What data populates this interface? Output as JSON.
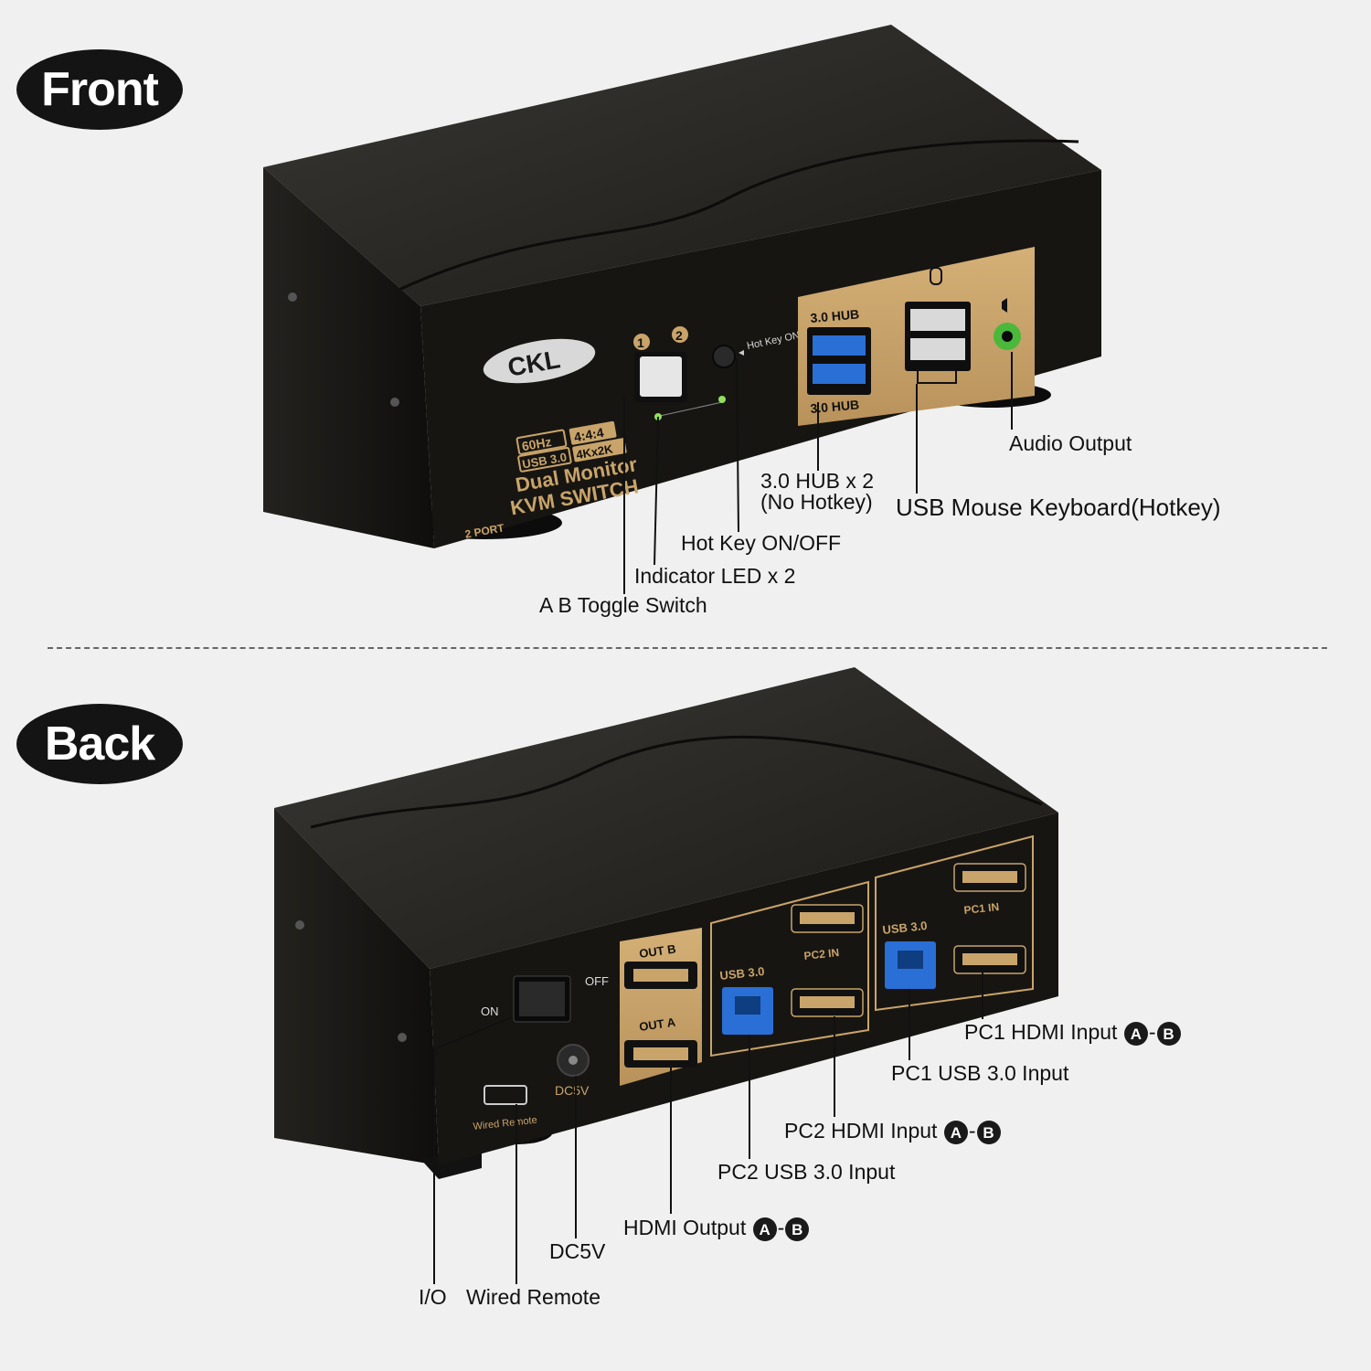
{
  "headings": {
    "front": "Front",
    "back": "Back"
  },
  "front": {
    "brand": "CKL",
    "port_badges": [
      "1",
      "2"
    ],
    "hotkey_panel_label": "Hot Key ON/OFF",
    "model_lines": [
      "60Hz",
      "4:4:4",
      "USB 3.0",
      "4Kx2K",
      "Dual Monitor",
      "KVM SWITCH"
    ],
    "port_count_text": "2 PORT",
    "hub_top_label": "3.0 HUB",
    "hub_bottom_label": "3.0 HUB",
    "callouts": {
      "audio_output": "Audio Output",
      "usb_mouse_keyboard": "USB Mouse Keyboard(Hotkey)",
      "hub_line1": "3.0 HUB x 2",
      "hub_line2": "(No Hotkey)",
      "hotkey_onoff": "Hot Key ON/OFF",
      "indicator_led": "Indicator LED x 2",
      "toggle_switch": "A B Toggle Switch"
    }
  },
  "back": {
    "switch_on": "ON",
    "switch_off": "OFF",
    "dc_label": "DC5V",
    "wired_remote_label": "Wired Remote",
    "out_b_label": "OUT B",
    "out_a_label": "OUT A",
    "pc2_usb_label": "USB 3.0",
    "pc1_usb_label": "USB 3.0",
    "pc2_in_label": "PC2 IN",
    "pc1_in_label": "PC1 IN",
    "callouts": {
      "pc1_hdmi_text": "PC1 HDMI Input",
      "pc1_usb": "PC1 USB 3.0 Input",
      "pc2_hdmi_text": "PC2 HDMI Input",
      "pc2_usb": "PC2 USB 3.0 Input",
      "hdmi_output_text": "HDMI Output",
      "dc5v": "DC5V",
      "io": "I/O",
      "wired_remote": "Wired Remote",
      "letter_a": "A",
      "letter_b": "B"
    }
  },
  "colors": {
    "device_body": "#161410",
    "gold_panel": "#c9a46a",
    "usb_blue": "#2a6fd6",
    "audio_green": "#4ab83a",
    "led_green": "#8fe05a"
  }
}
